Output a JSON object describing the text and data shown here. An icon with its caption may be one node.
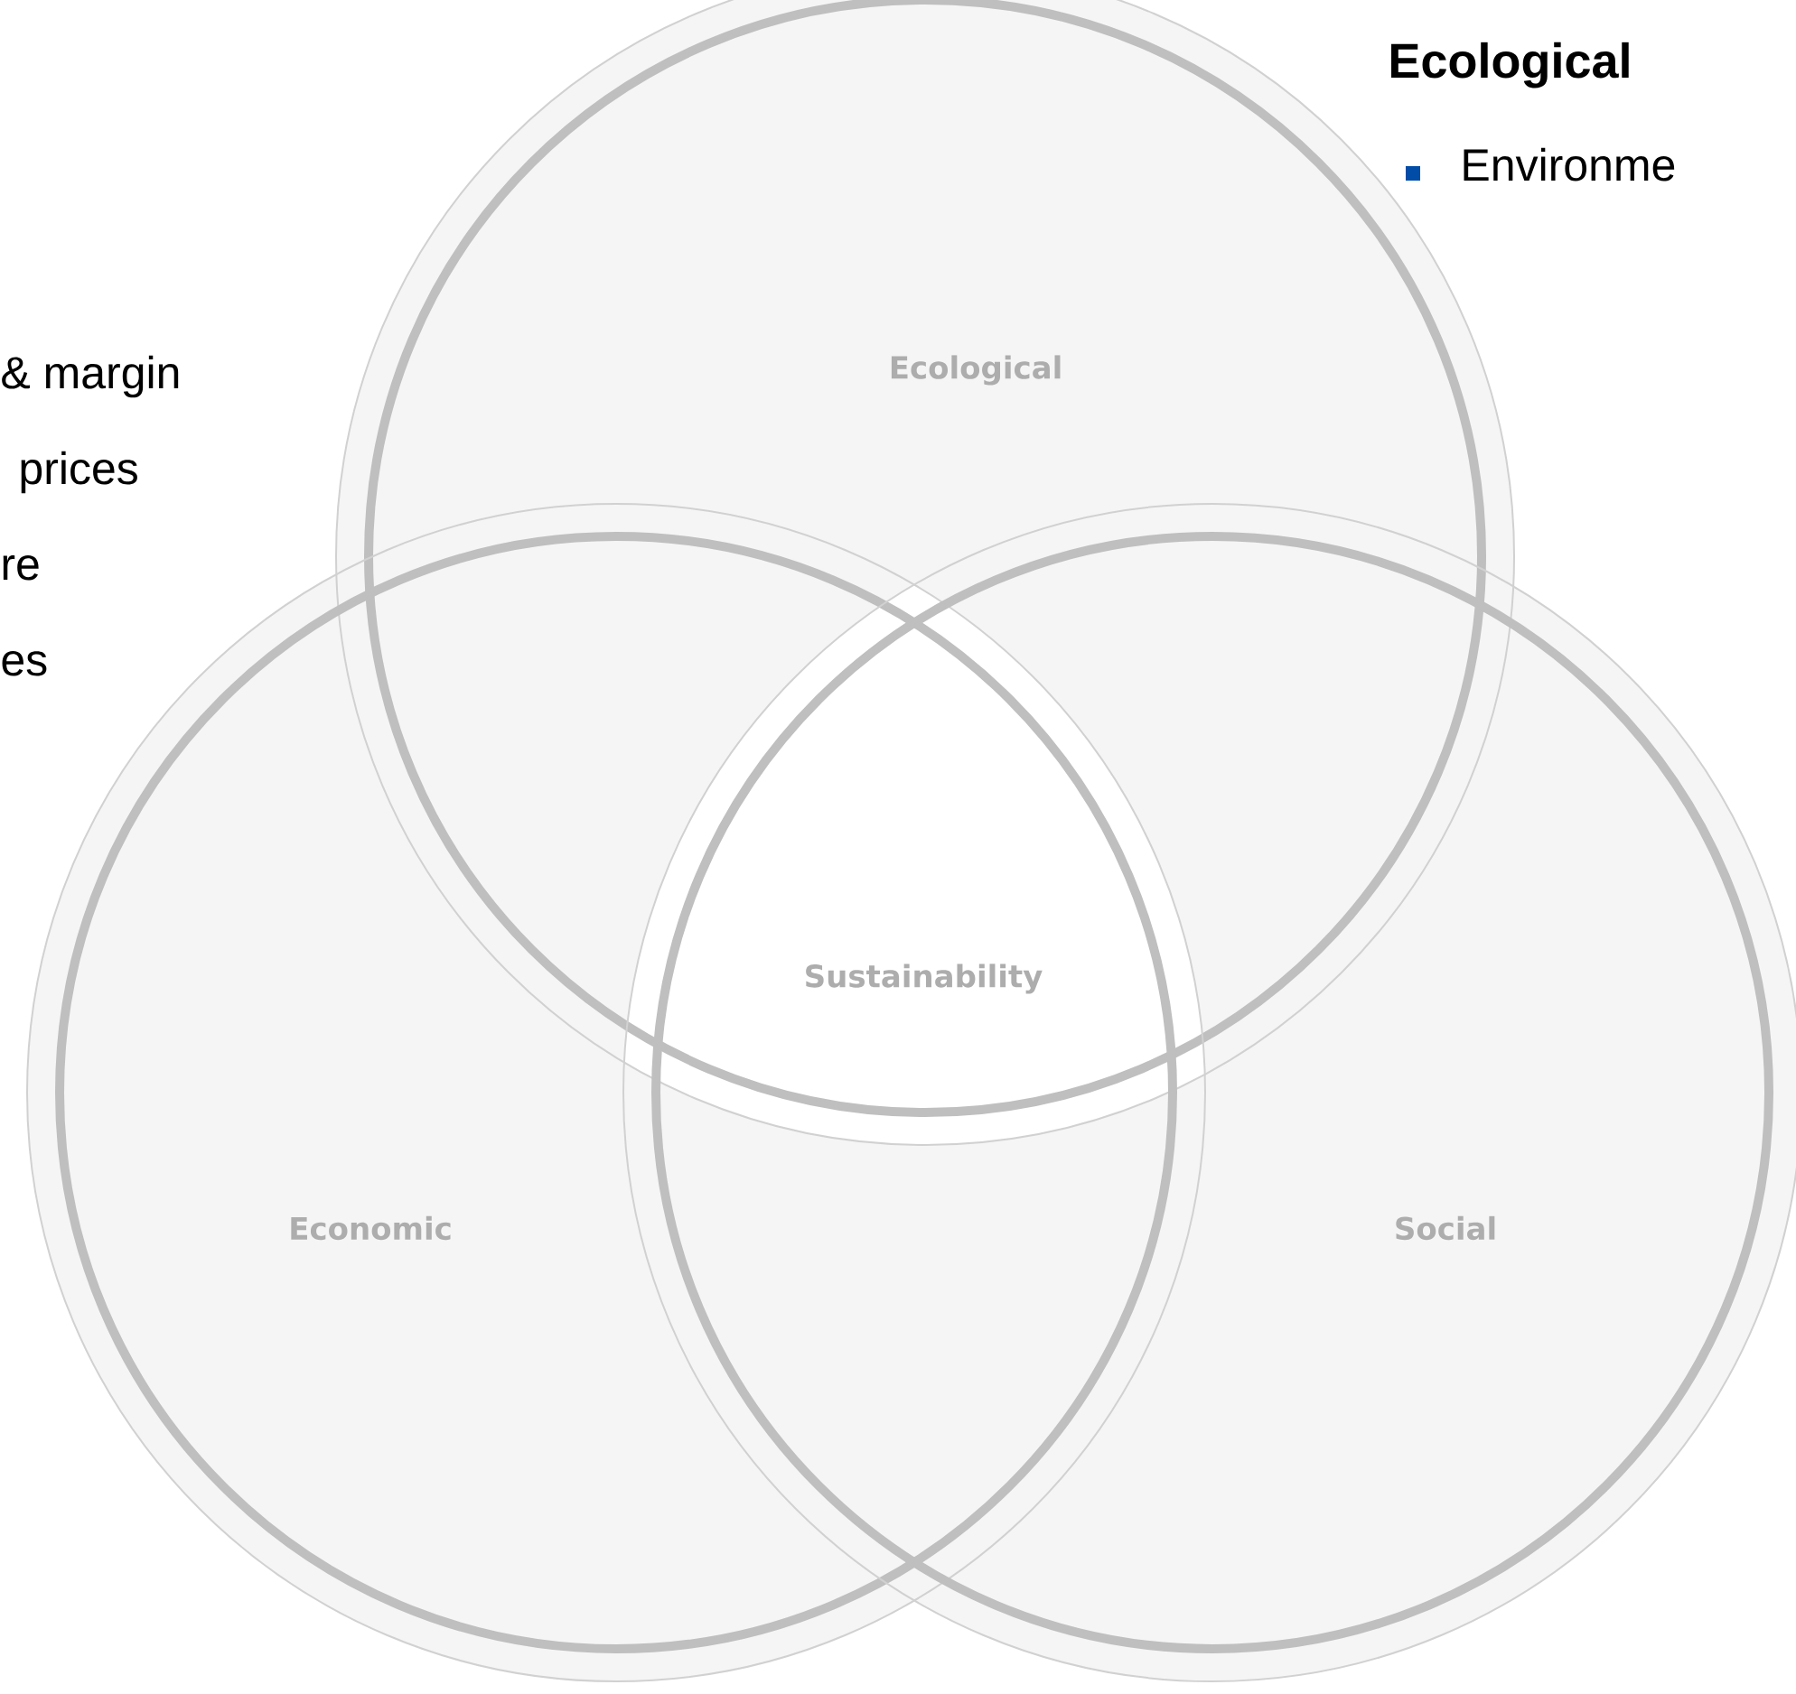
{
  "diagram": {
    "nodes": [
      {
        "text": [
          "Ecological"
        ]
      },
      {
        "text": [
          "Economic"
        ]
      },
      {
        "text": [
          "Social"
        ]
      }
    ],
    "labels": [
      "Sustainability",
      "& margin",
      "prices",
      "re",
      "es",
      "Ecological",
      "Environme"
    ]
  }
}
